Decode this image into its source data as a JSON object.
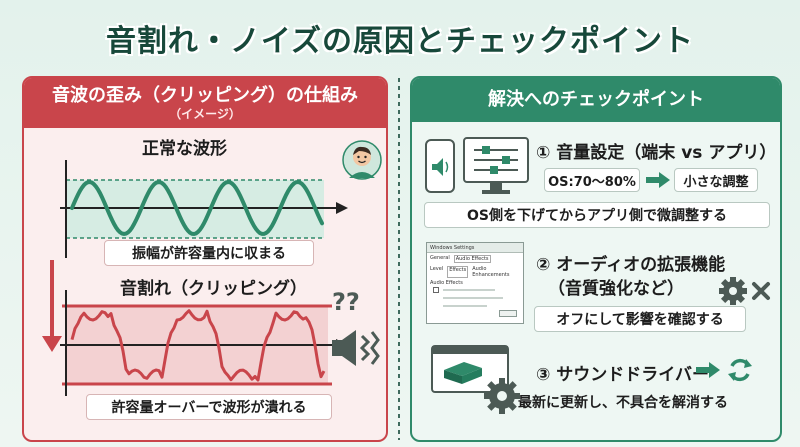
{
  "title": "音割れ・ノイズの原因とチェックポイント",
  "left_panel": {
    "heading": "音波の歪み（クリッピング）の仕組み",
    "subheading": "（イメージ）",
    "normal_label": "正常な波形",
    "normal_caption": "振幅が許容量内に収まる",
    "clip_label": "音割れ（クリッピング）",
    "clip_caption": "許容量オーバーで波形が潰れる",
    "question_marks": "??"
  },
  "right_panel": {
    "heading": "解決へのチェックポイント",
    "items": [
      {
        "title": "① 音量設定（端末 vs アプリ）",
        "os_level": "OS:70～80%",
        "fine_tune": "小さな調整",
        "description": "OS側を下げてからアプリ側で微調整する"
      },
      {
        "title": "② オーディオの拡張機能",
        "subtitle": "（音質強化など）",
        "description": "オフにして影響を確認する",
        "dialog": {
          "title": "Windows Settings",
          "tabs": [
            "General",
            "Audio Effects"
          ],
          "subtabs": [
            "Level",
            "Effects",
            "Audio Enhancements"
          ],
          "section": "Audio Effects"
        }
      },
      {
        "title": "③ サウンドドライバー",
        "description": "最新に更新し、不具合を解消する"
      }
    ]
  },
  "colors": {
    "red": "#c9454b",
    "green": "#2f8a6a",
    "dark": "#17483a"
  }
}
